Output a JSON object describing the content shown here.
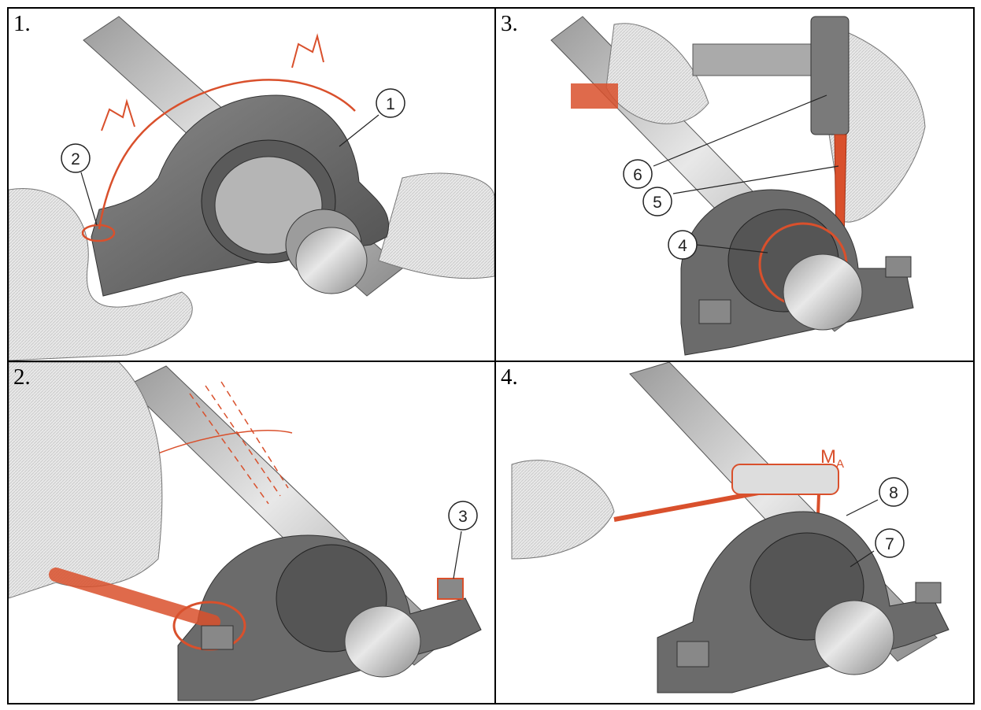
{
  "steps": [
    {
      "number": "1.",
      "callouts": [
        "1",
        "2"
      ]
    },
    {
      "number": "2.",
      "callouts": [
        "3"
      ]
    },
    {
      "number": "3.",
      "callouts": [
        "6",
        "5",
        "4"
      ]
    },
    {
      "number": "4.",
      "callouts": [
        "8",
        "7"
      ],
      "torque_label": "M",
      "torque_sub": "A"
    }
  ],
  "colors": {
    "housing": "#6b6b6b",
    "shaft": "#c8c8c8",
    "highlight": "#d9502c",
    "border": "#000000"
  }
}
